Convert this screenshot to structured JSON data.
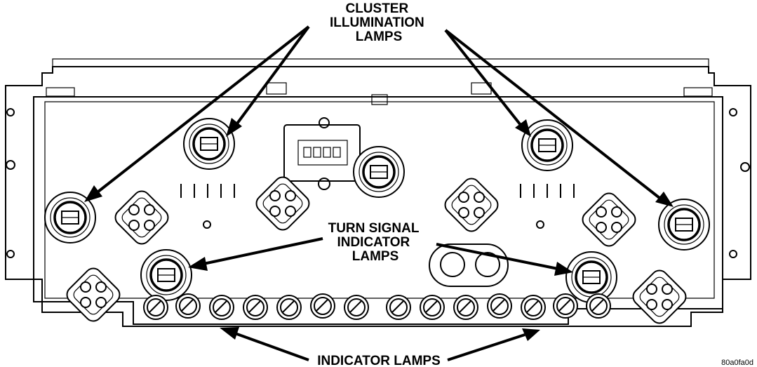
{
  "labels": {
    "cluster_illumination": [
      "CLUSTER",
      "ILLUMINATION",
      "LAMPS"
    ],
    "turn_signal": [
      "TURN SIGNAL",
      "INDICATOR",
      "LAMPS"
    ],
    "indicator": "INDICATOR LAMPS",
    "figure_code": "80a0fa0d"
  }
}
